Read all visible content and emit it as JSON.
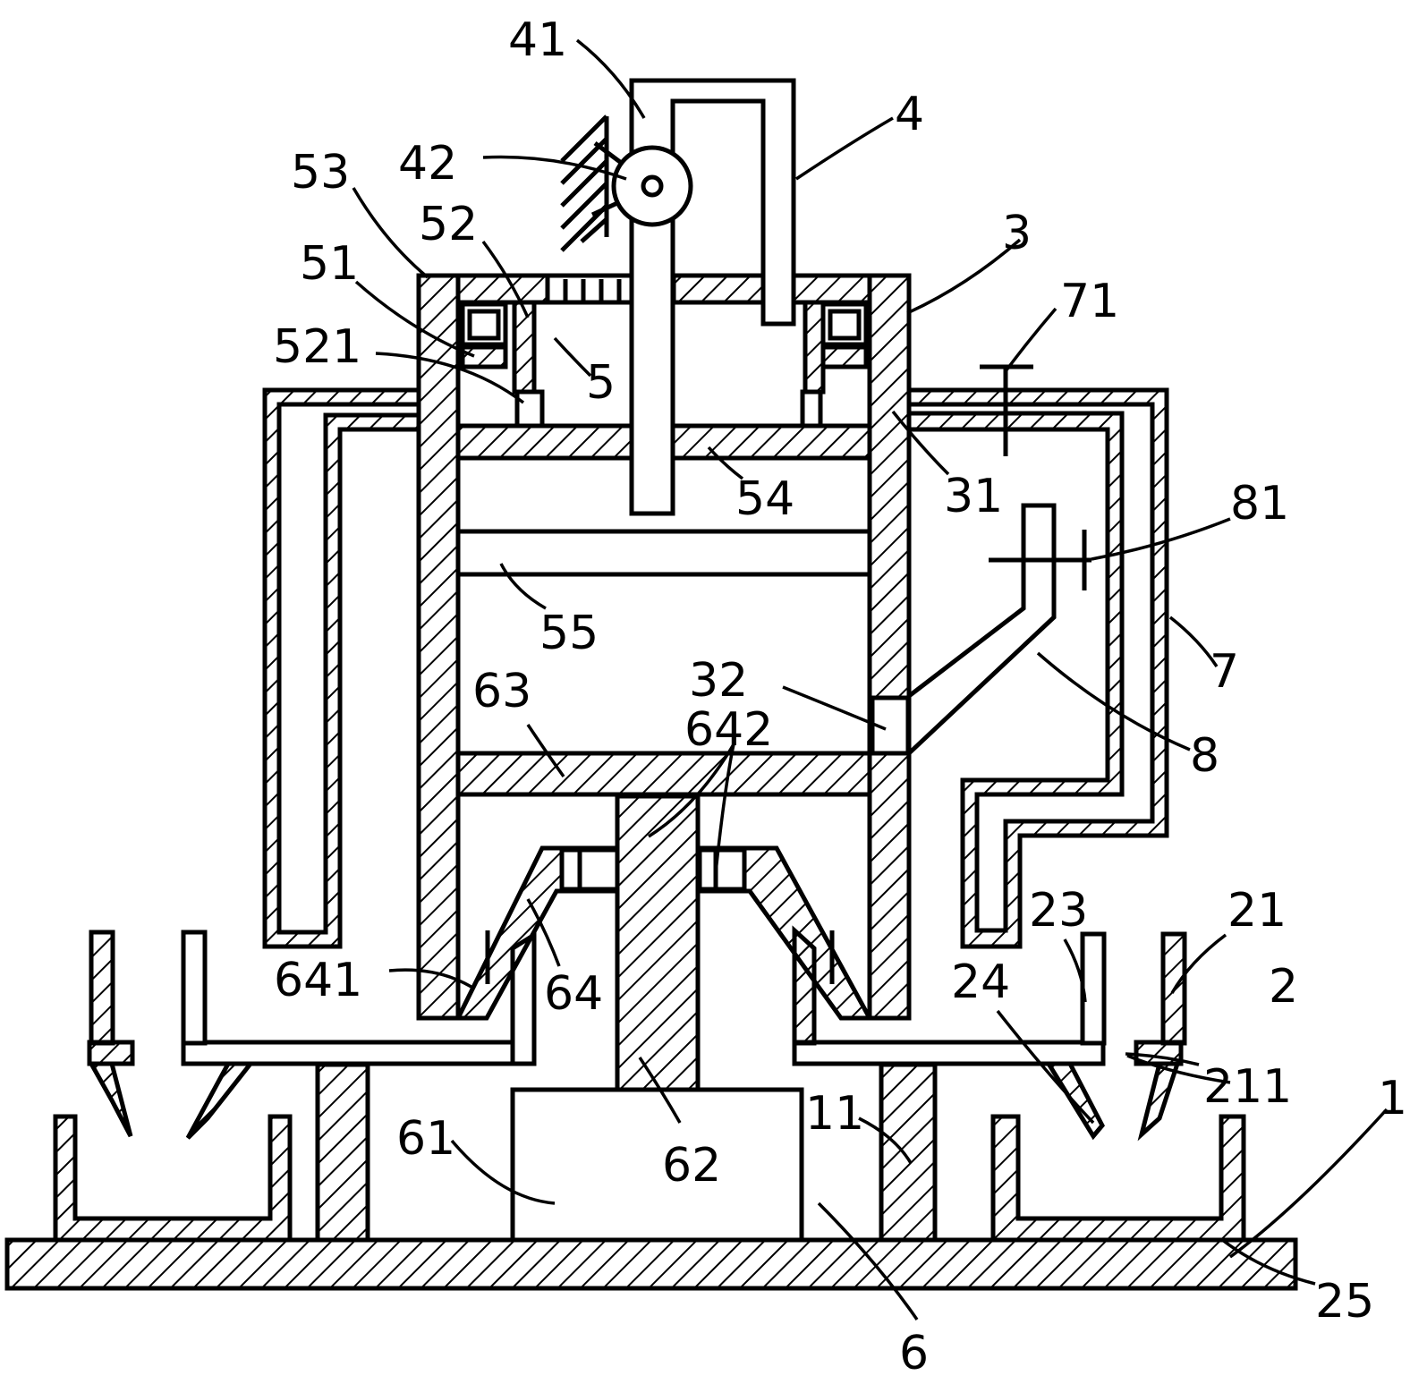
{
  "labels": {
    "l41": "41",
    "l4": "4",
    "l53": "53",
    "l42": "42",
    "l52": "52",
    "l3": "3",
    "l71": "71",
    "l51": "51",
    "l521": "521",
    "l5": "5",
    "l31": "31",
    "l54": "54",
    "l81": "81",
    "l55": "55",
    "l7": "7",
    "l63": "63",
    "l32": "32",
    "l642": "642",
    "l8": "8",
    "l23": "23",
    "l21": "21",
    "l641": "641",
    "l64": "64",
    "l24": "24",
    "l2": "2",
    "l211": "211",
    "l11": "11",
    "l61": "61",
    "l62": "62",
    "l1": "1",
    "l25": "25",
    "l6": "6"
  }
}
